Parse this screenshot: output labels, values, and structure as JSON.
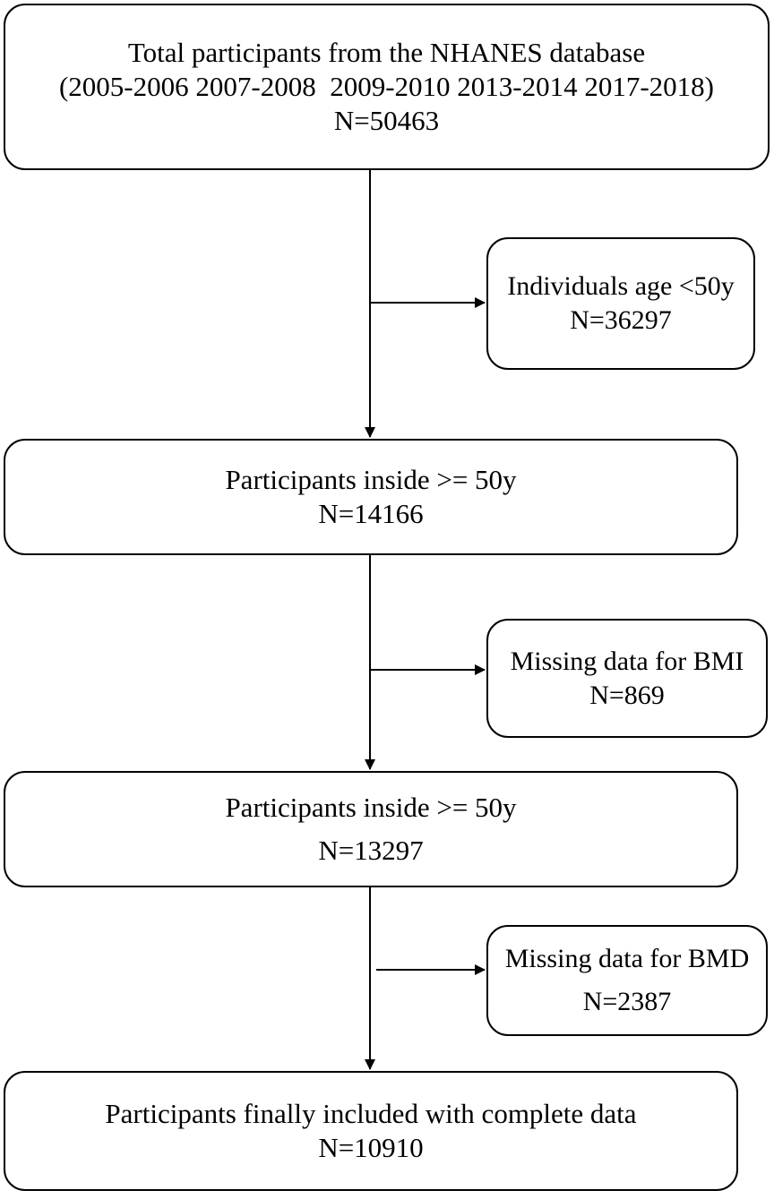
{
  "nodes": [
    {
      "id": "total",
      "lines": [
        "Total participants from the NHANES database",
        "(2005-2006 2007-2008  2009-2010 2013-2014 2017-2018)",
        "N=50463"
      ]
    },
    {
      "id": "excluded-age",
      "lines": [
        "Individuals age <50y",
        "N=36297"
      ]
    },
    {
      "id": "age-50-plus",
      "lines": [
        "Participants inside >= 50y",
        "N=14166"
      ]
    },
    {
      "id": "excluded-bmi",
      "lines": [
        "Missing data for BMI",
        "N=869"
      ]
    },
    {
      "id": "with-bmi",
      "lines": [
        "Participants inside >= 50y",
        "N=13297"
      ]
    },
    {
      "id": "excluded-bmd",
      "lines": [
        "Missing data for BMD",
        "N=2387"
      ]
    },
    {
      "id": "final",
      "lines": [
        "Participants finally included with complete data",
        "N=10910"
      ]
    }
  ],
  "edges": [
    {
      "from": "total",
      "to": "age-50-plus"
    },
    {
      "from": "total",
      "to": "excluded-age"
    },
    {
      "from": "age-50-plus",
      "to": "with-bmi"
    },
    {
      "from": "age-50-plus",
      "to": "excluded-bmi"
    },
    {
      "from": "with-bmi",
      "to": "final"
    },
    {
      "from": "with-bmi",
      "to": "excluded-bmd"
    }
  ],
  "colors": {
    "stroke": "#000000",
    "fill": "#ffffff",
    "text": "#000000"
  }
}
